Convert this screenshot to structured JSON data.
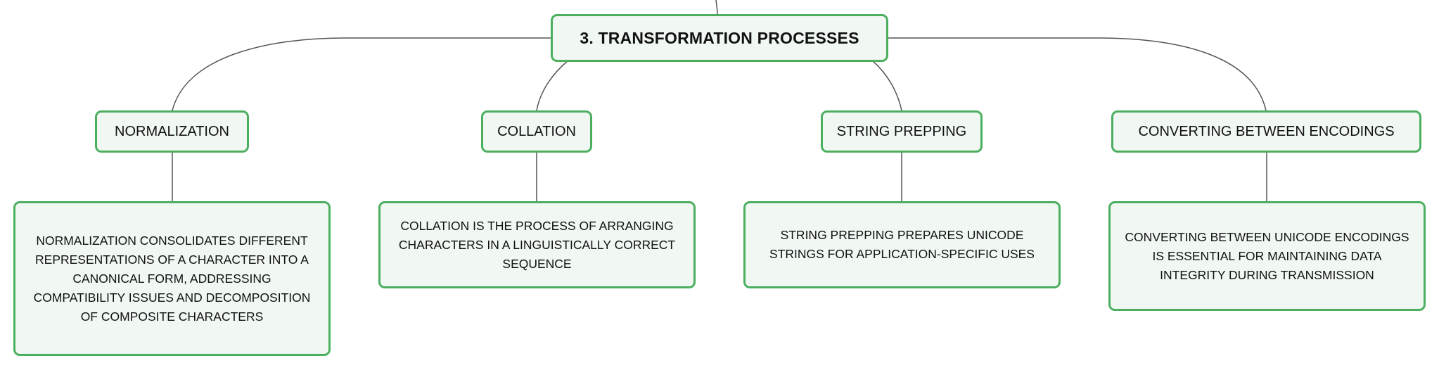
{
  "colors": {
    "node_fill": "#f1f8f3",
    "node_border": "#4caf60",
    "connector": "#555555"
  },
  "root": {
    "title": "3. TRANSFORMATION PROCESSES"
  },
  "branches": [
    {
      "label": "NORMALIZATION",
      "description": "NORMALIZATION CONSOLIDATES DIFFERENT REPRESENTATIONS OF A CHARACTER INTO A CANONICAL FORM, ADDRESSING COMPATIBILITY ISSUES AND DECOMPOSITION OF COMPOSITE CHARACTERS"
    },
    {
      "label": "COLLATION",
      "description": "COLLATION IS THE PROCESS OF ARRANGING CHARACTERS IN A LINGUISTICALLY CORRECT SEQUENCE"
    },
    {
      "label": "STRING PREPPING",
      "description": "STRING PREPPING PREPARES UNICODE STRINGS FOR APPLICATION-SPECIFIC USES"
    },
    {
      "label": "CONVERTING BETWEEN ENCODINGS",
      "description": "CONVERTING BETWEEN UNICODE ENCODINGS IS ESSENTIAL FOR MAINTAINING DATA INTEGRITY DURING TRANSMISSION"
    }
  ]
}
